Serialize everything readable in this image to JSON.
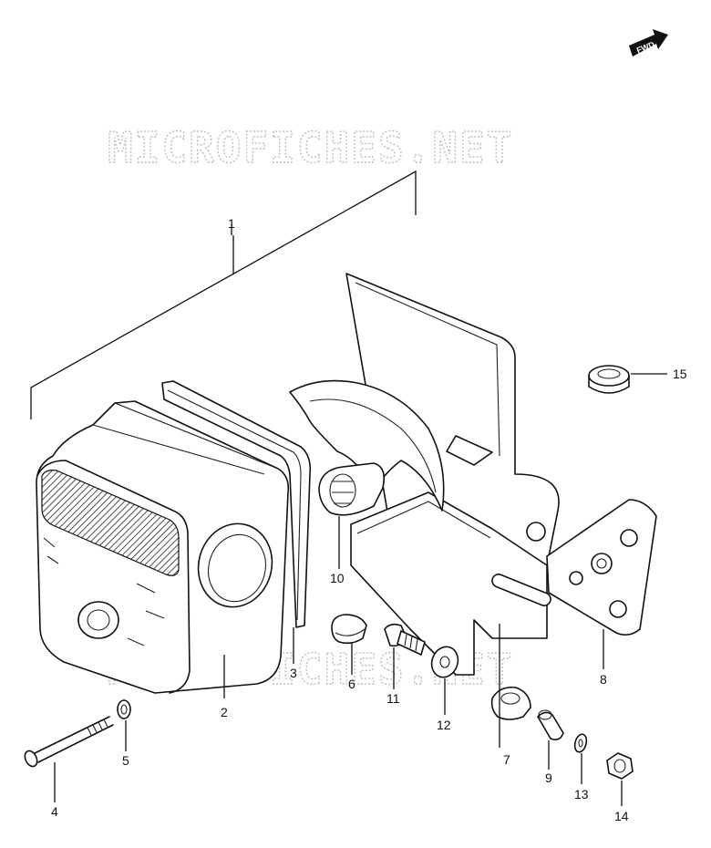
{
  "watermark": {
    "text": "MICROFICHES.NET"
  },
  "direction_badge": {
    "label": "FWD"
  },
  "callouts": [
    {
      "id": "1",
      "label": "1"
    },
    {
      "id": "2",
      "label": "2"
    },
    {
      "id": "3",
      "label": "3"
    },
    {
      "id": "4",
      "label": "4"
    },
    {
      "id": "5",
      "label": "5"
    },
    {
      "id": "6",
      "label": "6"
    },
    {
      "id": "7",
      "label": "7"
    },
    {
      "id": "8",
      "label": "8"
    },
    {
      "id": "9",
      "label": "9"
    },
    {
      "id": "10",
      "label": "10"
    },
    {
      "id": "11",
      "label": "11"
    },
    {
      "id": "12",
      "label": "12"
    },
    {
      "id": "13",
      "label": "13"
    },
    {
      "id": "14",
      "label": "14"
    },
    {
      "id": "15",
      "label": "15"
    }
  ]
}
